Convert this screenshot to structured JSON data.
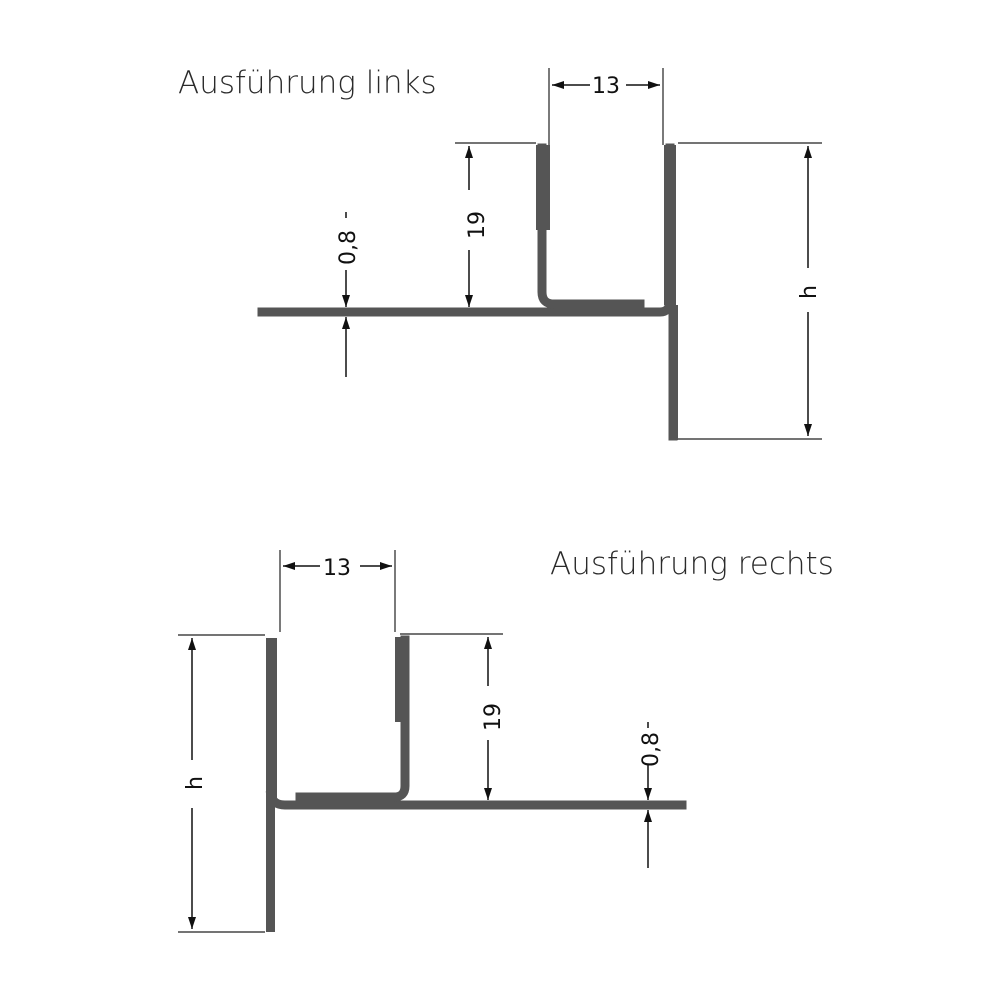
{
  "drawings": [
    {
      "title": "Ausführung links",
      "dimensions": {
        "width": "13",
        "height_inner": "19",
        "thickness": "0,8",
        "height_total": "h"
      }
    },
    {
      "title": "Ausführung rechts",
      "dimensions": {
        "width": "13",
        "height_inner": "19",
        "thickness": "0,8",
        "height_total": "h"
      }
    }
  ]
}
